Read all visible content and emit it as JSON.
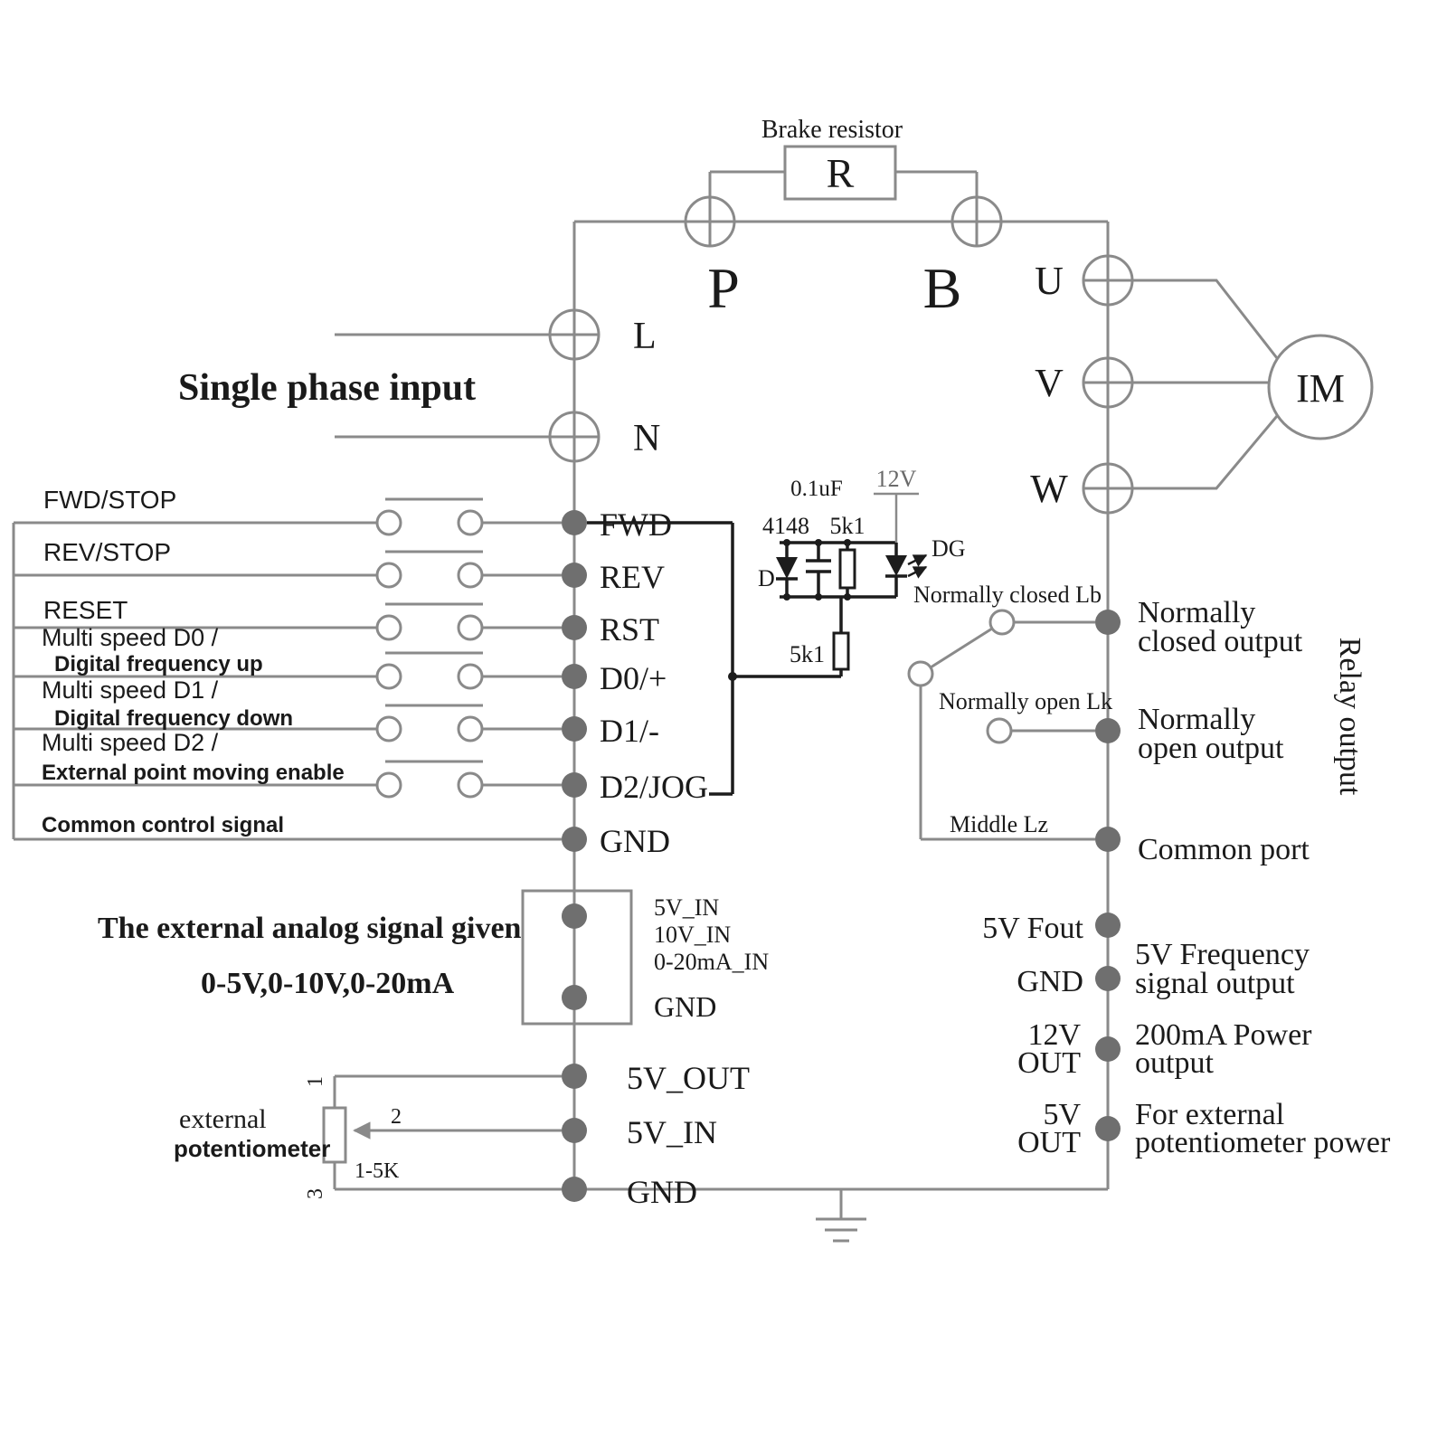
{
  "power": {
    "brake_resistor": "Brake resistor",
    "r": "R",
    "p": "P",
    "b": "B",
    "input_title": "Single phase input",
    "l": "L",
    "n": "N",
    "u": "U",
    "v": "V",
    "w": "W",
    "motor": "IM"
  },
  "terminals": {
    "fwd": "FWD",
    "rev": "REV",
    "rst": "RST",
    "d0": "D0/+",
    "d1": "D1/-",
    "d2": "D2/JOG",
    "gnd": "GND"
  },
  "control_labels": {
    "fwd_stop": "FWD/STOP",
    "rev_stop": "REV/STOP",
    "reset": "RESET",
    "multi_d0": "Multi speed D0 /",
    "freq_up": "Digital frequency  up",
    "multi_d1": "Multi speed D1 /",
    "freq_down": "Digital frequency  down",
    "multi_d2": "Multi speed D2 /",
    "ext_jog": "External point moving enable",
    "common": "Common control signal"
  },
  "led_circuit": {
    "cap": "0.1uF",
    "supply": "12V",
    "diode_pn": "4148",
    "res1": "5k1",
    "led": "DG",
    "diode": "D",
    "res2": "5k1"
  },
  "relay": {
    "nc_contact": "Normally closed Lb",
    "no_contact": "Normally open Lk",
    "middle": "Middle Lz",
    "nc_out_1": "Normally",
    "nc_out_2": "closed  output",
    "no_out_1": "Normally",
    "no_out_2": "open output",
    "common_port": "Common port",
    "section": "Relay output"
  },
  "outputs": {
    "fout": "5V Fout",
    "gnd": "GND",
    "freq_1": "5V Frequency",
    "freq_2": "signal output",
    "v12_1": "12V",
    "v12_2": "OUT",
    "pwr_1": "200mA Power",
    "pwr_2": "output",
    "v5_1": "5V",
    "v5_2": "OUT",
    "ext_1": "For external",
    "ext_2": "potentiometer power"
  },
  "analog": {
    "title": "The external analog signal given",
    "range": "0-5V,0-10V,0-20mA",
    "in_5v": "5V_IN",
    "in_10v": "10V_IN",
    "in_20ma": "0-20mA_IN",
    "gnd": "GND",
    "out_5v": "5V_OUT",
    "in_5v2": "5V_IN",
    "gnd2": "GND"
  },
  "pot": {
    "name_1": "external",
    "name_2": "potentiometer",
    "pin1": "1",
    "pin2": "2",
    "pin3": "3",
    "value": "1-5K"
  },
  "colors": {
    "wire": "#8a8a8a",
    "circuit": "#1c1c1c",
    "terminal_fill": "#6f6f6f",
    "text": "#1a1a1a"
  }
}
